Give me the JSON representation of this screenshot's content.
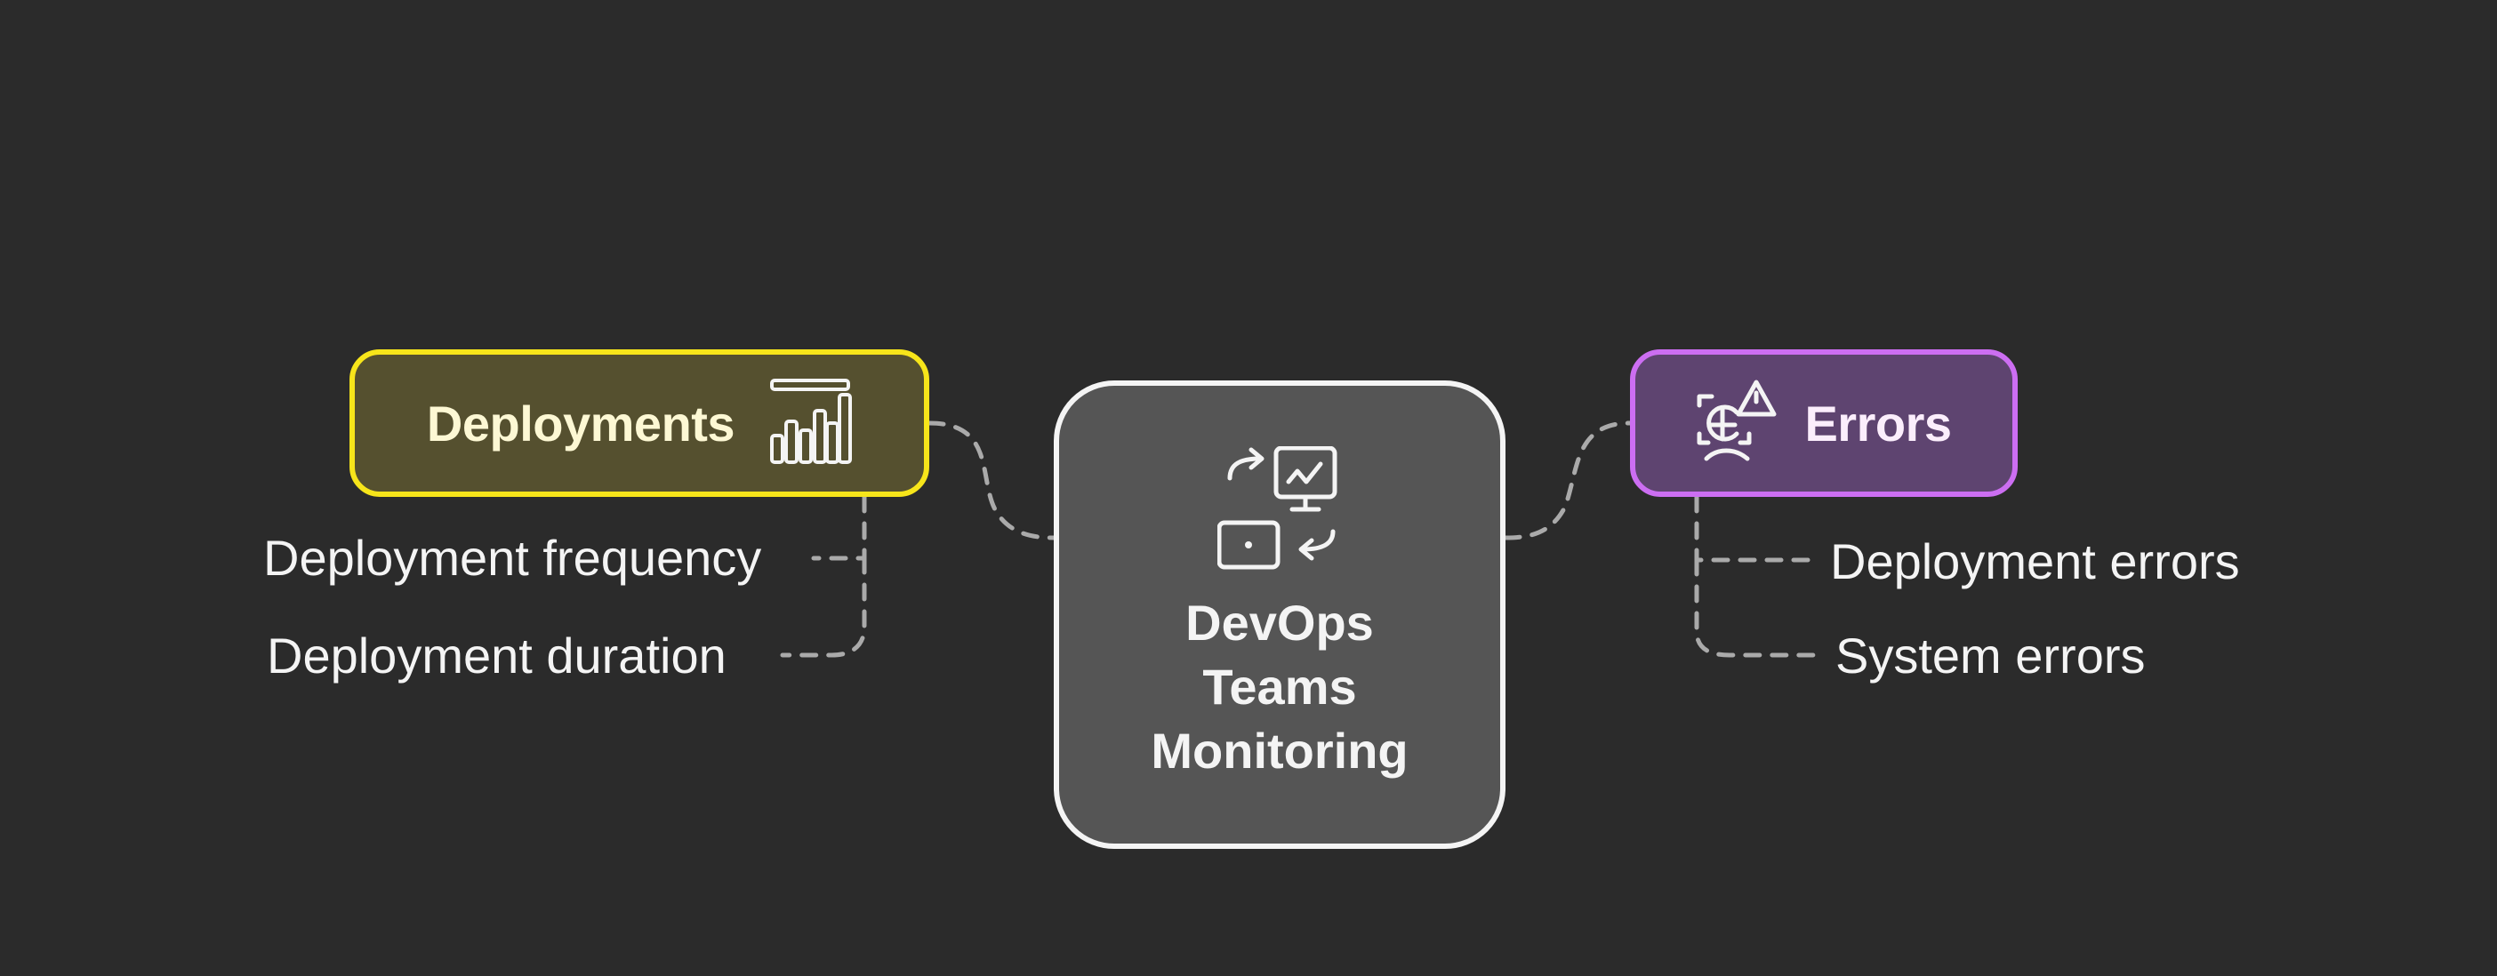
{
  "diagram": {
    "type": "mind-map",
    "center": {
      "title_lines": [
        "DevOps",
        "Teams",
        "Monitoring"
      ],
      "icon": "devops-cycle-icon",
      "fill_color": "#555555",
      "border_color": "#f4f4f4"
    },
    "branches": [
      {
        "title": "Deployments",
        "icon": "bar-chart-icon",
        "fill_color": "#55502f",
        "border_color": "#f7e51a",
        "text_color": "#fdf8d4",
        "side": "left",
        "children": [
          "Deployment frequency",
          "Deployment duration"
        ]
      },
      {
        "title": "Errors",
        "icon": "error-globe-warning-icon",
        "fill_color": "#5e4470",
        "border_color": "#cc6ef2",
        "text_color": "#fbeefc",
        "side": "right",
        "children": [
          "Deployment errors",
          "System errors"
        ]
      }
    ],
    "connector_color": "#aaaaaa",
    "background_color": "#2b2b2b"
  }
}
